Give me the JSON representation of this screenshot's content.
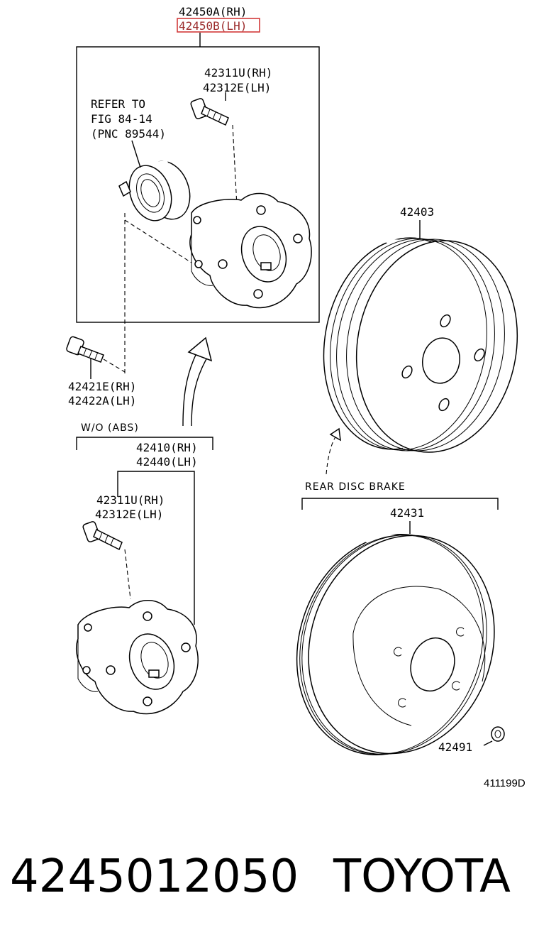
{
  "callouts": {
    "hub_assy_rh": "42450A(RH)",
    "hub_assy_lh": "42450B(LH)",
    "bolt_top_rh": "42311U(RH)",
    "bolt_top_lh": "42312E(LH)",
    "refer_1": "REFER TO",
    "refer_2": "FIG 84-14",
    "refer_3": "(PNC 89544)",
    "drum": "42403",
    "mount_bolt_rh": "42421E(RH)",
    "mount_bolt_lh": "42422A(LH)",
    "wo_abs": "W/O (ABS)",
    "hub_wo_rh": "42410(RH)",
    "hub_wo_lh": "42440(LH)",
    "bolt_bot_rh": "42311U(RH)",
    "bolt_bot_lh": "42312E(LH)",
    "rear_disc": "REAR DISC BRAKE",
    "disc": "42431",
    "screw": "42491",
    "figure_id": "411199D"
  },
  "footer": {
    "part_number": "4245012050",
    "brand": "TOYOTA"
  },
  "highlight_color": "#d23a3a"
}
